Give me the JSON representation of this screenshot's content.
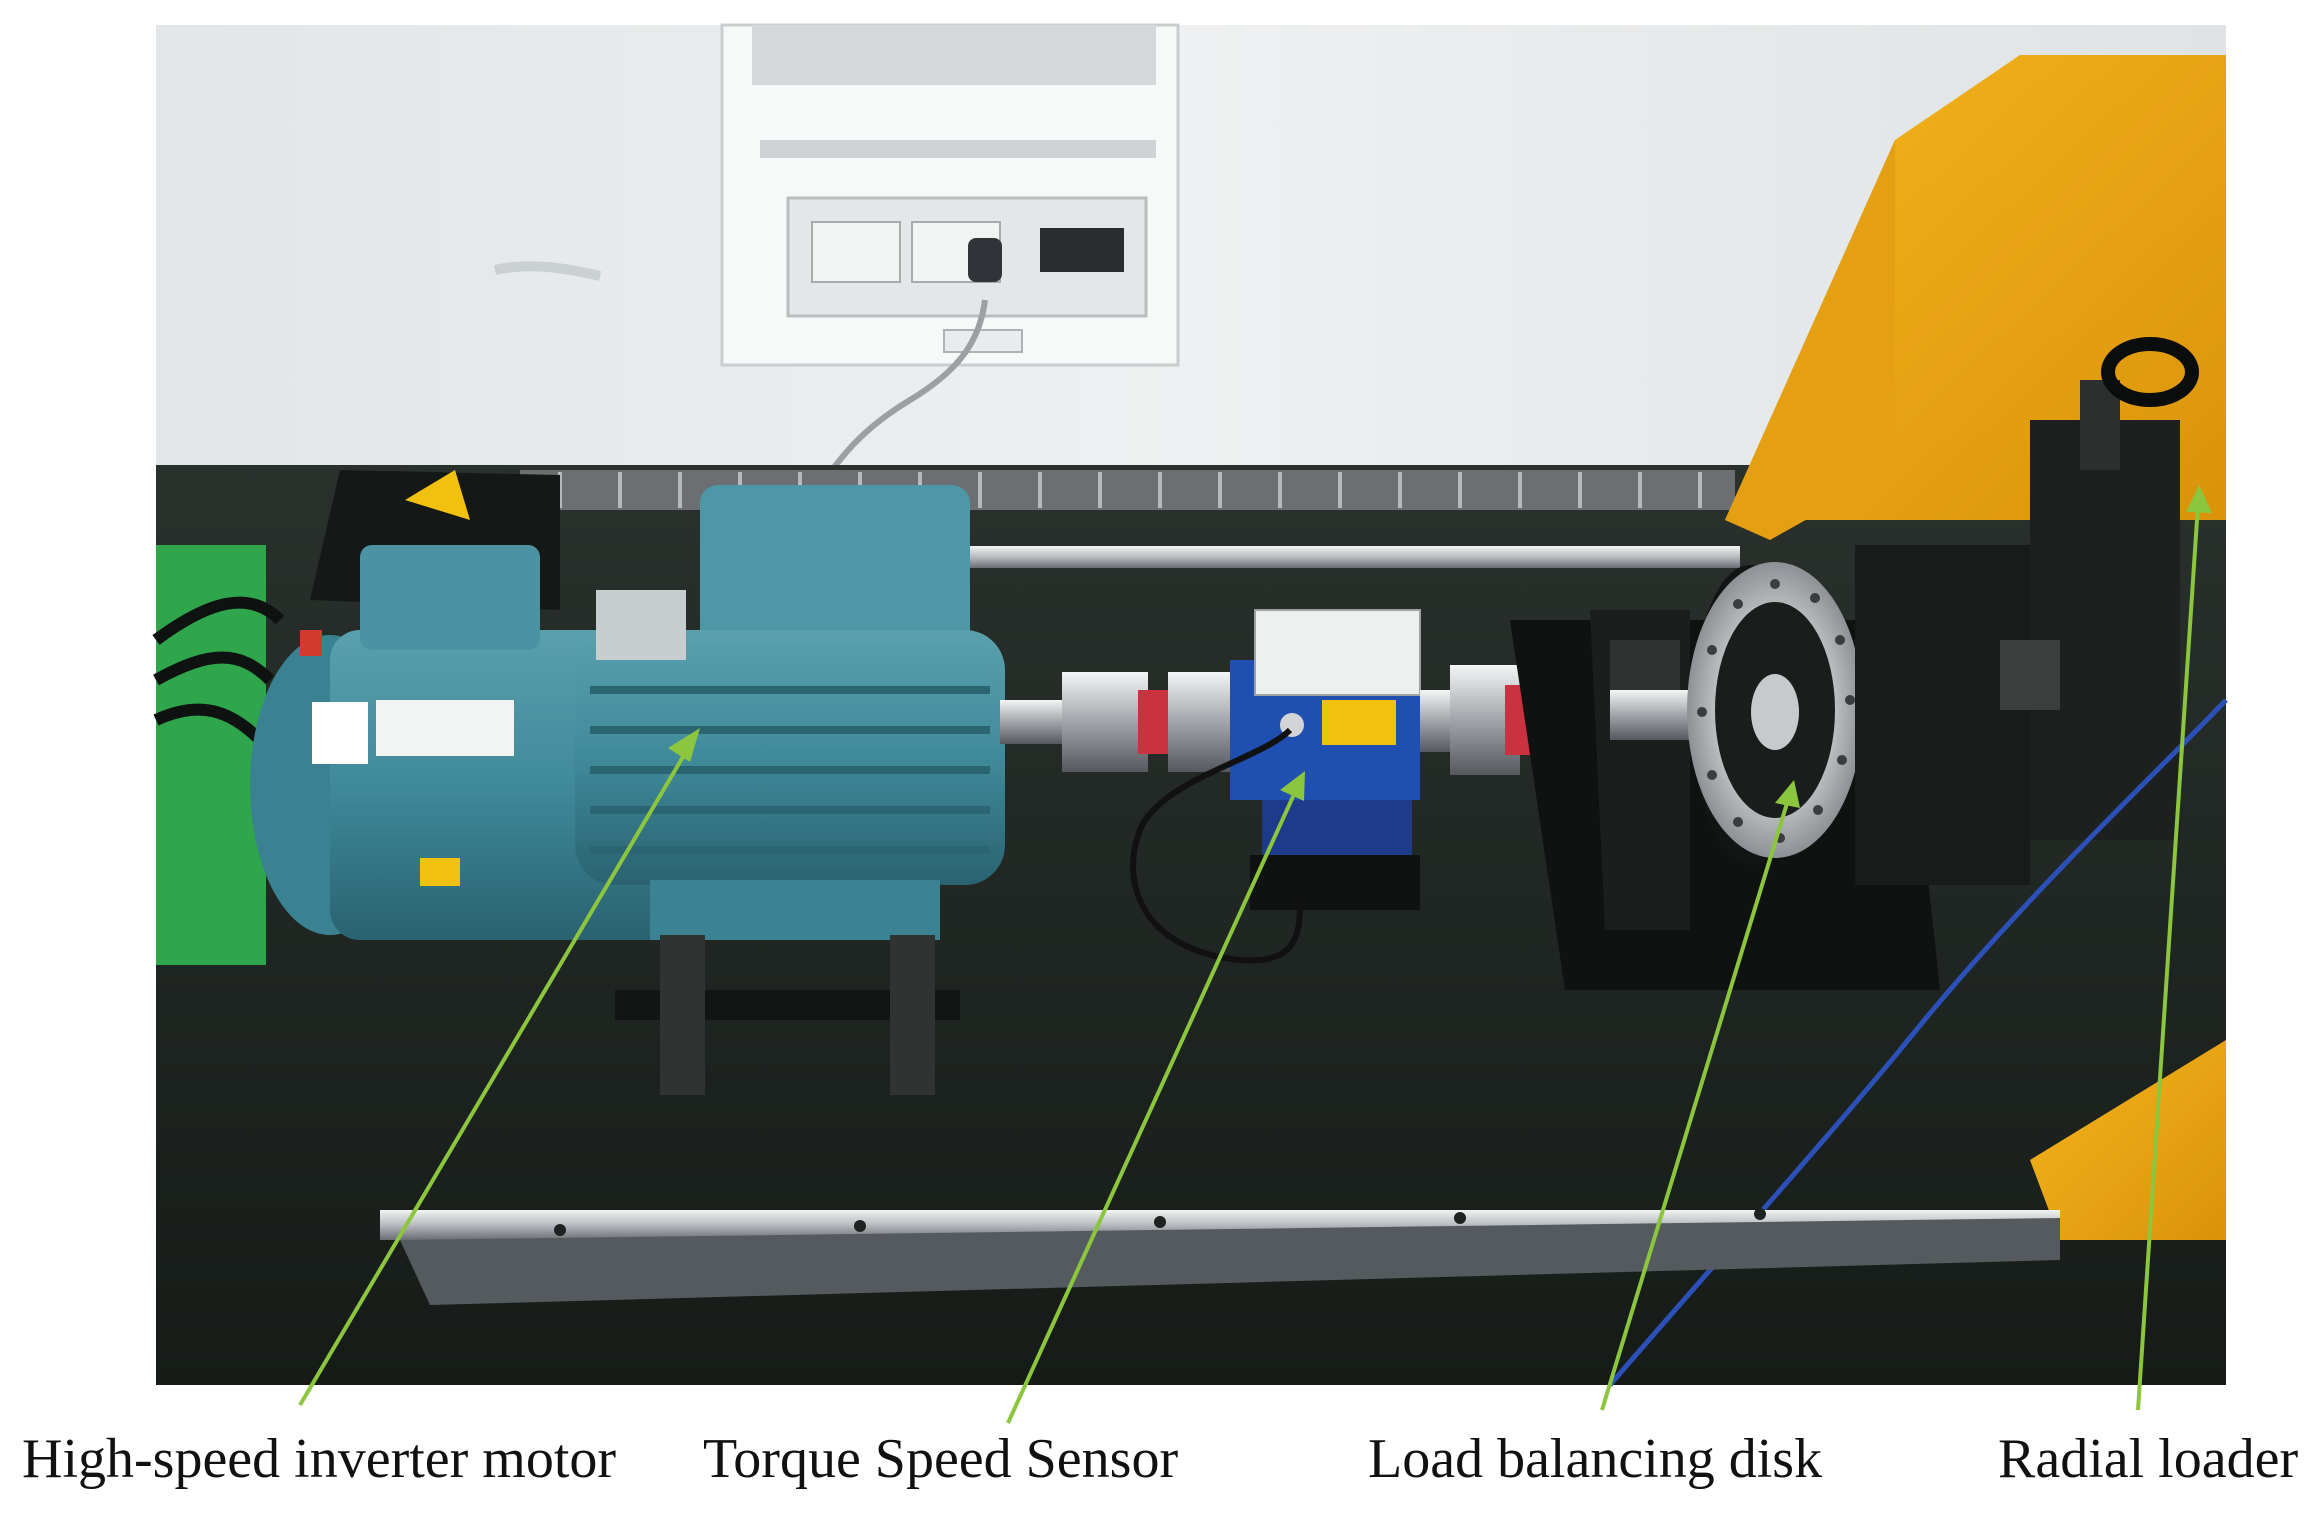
{
  "labels": {
    "motor": "High-speed inverter motor",
    "sensor": "Torque Speed Sensor",
    "disk": "Load balancing disk",
    "loader": "Radial loader"
  },
  "colors": {
    "arrow": "#8cc63f",
    "wall": "#e9ecee",
    "bench": "#1f2622",
    "motor": "#3f8a9a",
    "sensor": "#1f4fb0",
    "loader": "#f0a911",
    "floor_green": "#2fa64b"
  },
  "icons": {
    "arrow": "arrowhead-icon"
  }
}
